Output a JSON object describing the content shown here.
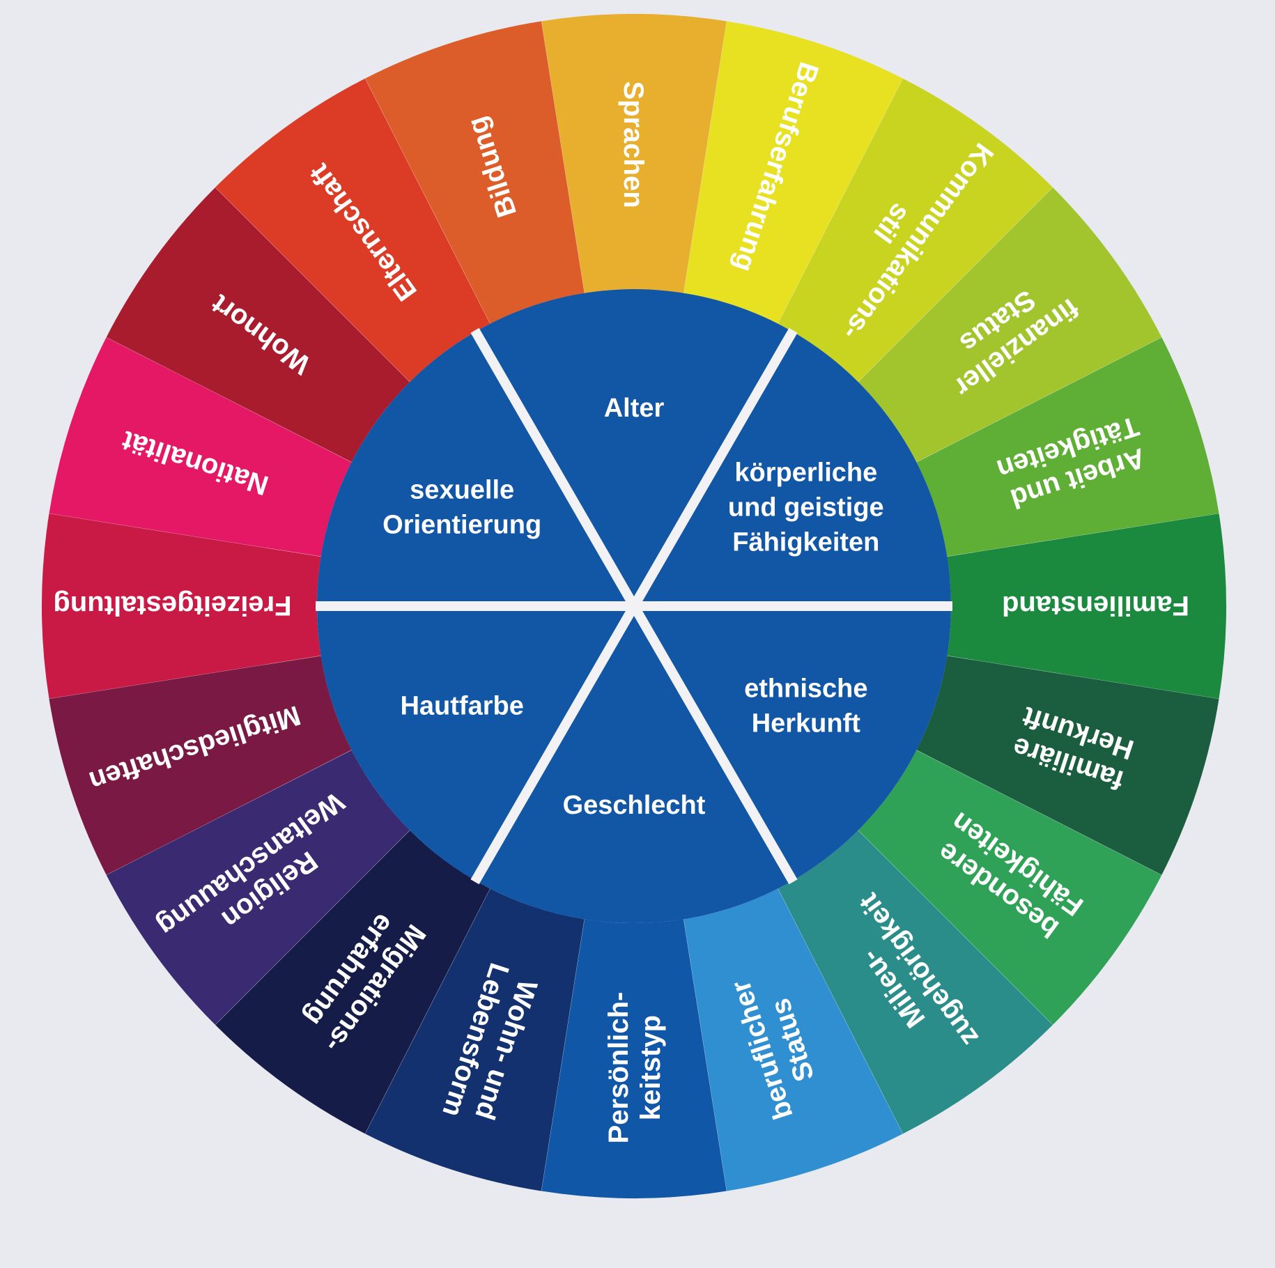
{
  "diagram": {
    "title": "",
    "outer_ring": [
      {
        "lines": [
          "Sprachen"
        ],
        "color": "#e8ae2e"
      },
      {
        "lines": [
          "Berufserfahrung"
        ],
        "color": "#e7e122"
      },
      {
        "lines": [
          "Kommunikations-",
          "stil"
        ],
        "color": "#c9d421"
      },
      {
        "lines": [
          "finanzieller",
          "Status"
        ],
        "color": "#a2c52e"
      },
      {
        "lines": [
          "Arbeit und",
          "Tätigkeiten"
        ],
        "color": "#5fae35"
      },
      {
        "lines": [
          "Familienstand"
        ],
        "color": "#1b8a3f"
      },
      {
        "lines": [
          "familiäre",
          "Herkunft"
        ],
        "color": "#1b5e3f"
      },
      {
        "lines": [
          "besondere",
          "Fähigkeiten"
        ],
        "color": "#2fa257"
      },
      {
        "lines": [
          "Milieu-",
          "zugehörigkeit"
        ],
        "color": "#2a8d8a"
      },
      {
        "lines": [
          "beruflicher",
          "Status"
        ],
        "color": "#2f8fd0"
      },
      {
        "lines": [
          "Persönlich-",
          "keitstyp"
        ],
        "color": "#1157a8"
      },
      {
        "lines": [
          "Wohn- und",
          "Lebensform"
        ],
        "color": "#13306f"
      },
      {
        "lines": [
          "Migrations-",
          "erfahrung"
        ],
        "color": "#151c47"
      },
      {
        "lines": [
          "Religion",
          "Weltanschauung"
        ],
        "color": "#3a2a72"
      },
      {
        "lines": [
          "Mitgliedschaften"
        ],
        "color": "#7a1a44"
      },
      {
        "lines": [
          "Freizeitgestaltung"
        ],
        "color": "#c81a45"
      },
      {
        "lines": [
          "Nationalität"
        ],
        "color": "#e51865"
      },
      {
        "lines": [
          "Wohnort"
        ],
        "color": "#a81c2e"
      },
      {
        "lines": [
          "Elternschaft"
        ],
        "color": "#dc3b26"
      },
      {
        "lines": [
          "Bildung"
        ],
        "color": "#dd5d2a"
      }
    ],
    "inner_core": [
      {
        "lines": [
          "Alter"
        ]
      },
      {
        "lines": [
          "körperliche",
          "und geistige",
          "Fähigkeiten"
        ]
      },
      {
        "lines": [
          "ethnische",
          "Herkunft"
        ]
      },
      {
        "lines": [
          "Geschlecht"
        ]
      },
      {
        "lines": [
          "Hautfarbe"
        ]
      },
      {
        "lines": [
          "sexuelle",
          "Orientierung"
        ]
      }
    ],
    "core_color": "#1256a6",
    "separator_color": "#f2f2f4",
    "background_color": "#e9eaef"
  }
}
